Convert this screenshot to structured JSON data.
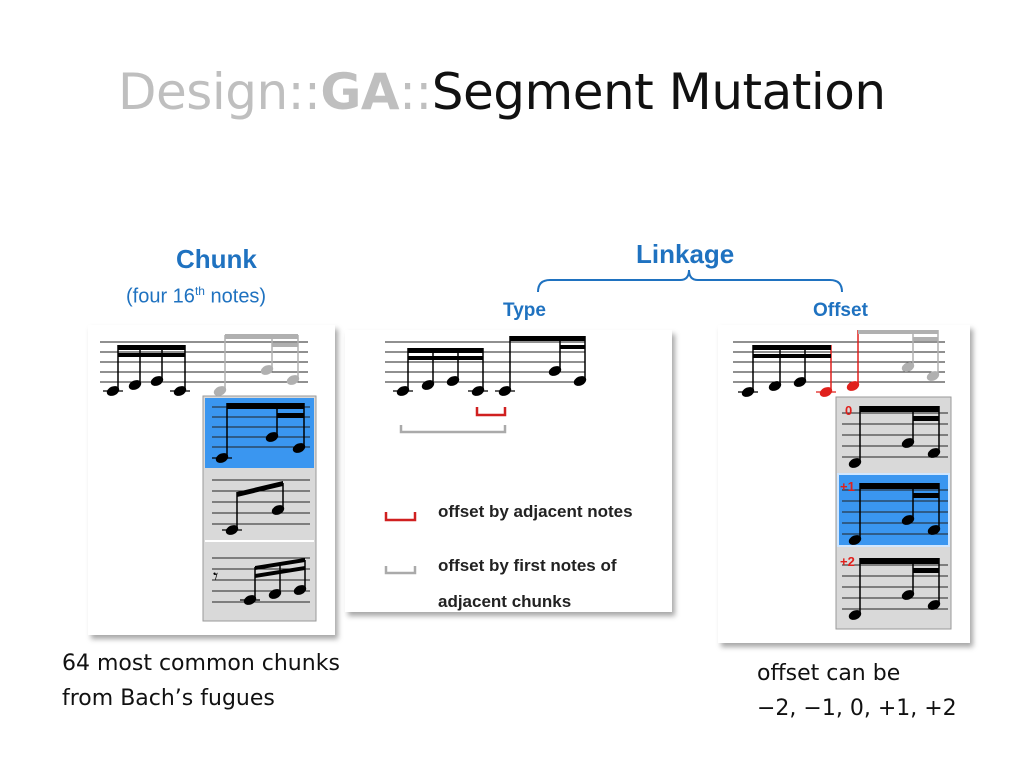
{
  "title": {
    "part1": "Design::",
    "part2": "GA",
    "part3": "::",
    "part4": "Segment Mutation"
  },
  "chunk": {
    "heading": "Chunk",
    "subtitle_pre": "(four 16",
    "subtitle_sup": "th",
    "subtitle_post": " notes)"
  },
  "linkage": {
    "heading": "Linkage",
    "type_label": "Type",
    "offset_label": "Offset"
  },
  "legend": {
    "red": "offset by adjacent notes",
    "gray_line1": "offset by first notes of",
    "gray_line2": "adjacent chunks"
  },
  "offset_options": [
    "0",
    "+1",
    "+2"
  ],
  "footer_left": {
    "line1": "64 most common chunks",
    "line2": "from Bach’s fugues"
  },
  "footer_right": {
    "line1": "offset can be",
    "line2": "−2, −1, 0, +1, +2"
  },
  "colors": {
    "blue": "#1f72c0",
    "selected": "#3a96f0",
    "list_bg": "#d9d9d9",
    "red": "#e0201c",
    "ghost": "#b0b0b0"
  }
}
